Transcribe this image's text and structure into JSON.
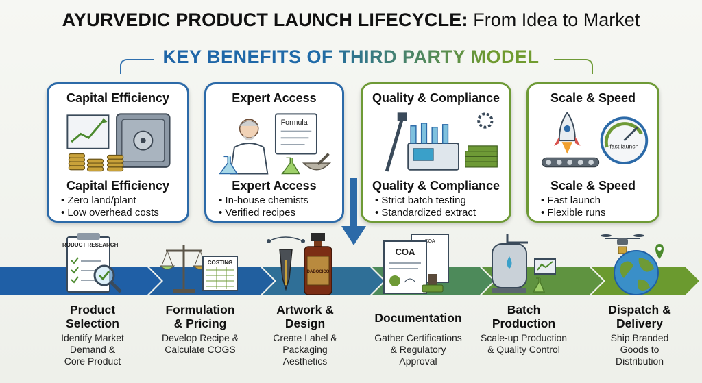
{
  "title": {
    "bold": "AYURVEDIC PRODUCT LAUNCH LIFECYCLE:",
    "regular": " From Idea to Market"
  },
  "subtitle": "KEY BENEFITS OF THIRD PARTY MODEL",
  "benefits": [
    {
      "title": "Capital Efficiency",
      "subtitle": "Capital Efficiency",
      "bullets": [
        "• Zero land/plant",
        "• Low overhead costs"
      ],
      "icon": "vault-coins-chart-icon",
      "color": "#2c6aa8"
    },
    {
      "title": "Expert Access",
      "subtitle": "Expert Access",
      "bullets": [
        "• In-house chemists",
        "• Verified recipes"
      ],
      "icon": "chemist-icon",
      "illus_text": "Formula",
      "color": "#2c6aa8"
    },
    {
      "title": "Quality & Compliance",
      "subtitle": "Quality & Compliance",
      "bullets": [
        "• Strict batch testing",
        "• Standardized extract"
      ],
      "icon": "lab-testing-icon",
      "color": "#6e9a36"
    },
    {
      "title": "Scale & Speed",
      "subtitle": "Scale & Speed",
      "bullets": [
        "• Fast launch",
        "• Flexible runs"
      ],
      "icon": "rocket-gauge-icon",
      "illus_text": "fast launch",
      "color": "#6e9a36"
    }
  ],
  "steps": [
    {
      "title": "Product\nSelection",
      "desc": "Identify Market\nDemand &\nCore Product",
      "icon": "product-research-icon",
      "illus_text": "PRODUCT RESEARCH"
    },
    {
      "title": "Formulation\n& Pricing",
      "desc": "Develop Recipe &\nCalculate COGS",
      "icon": "costing-scale-icon",
      "illus_text": "COSTING"
    },
    {
      "title": "Artwork &\nDesign",
      "desc": "Create Label &\nPackaging\nAesthetics",
      "icon": "pen-bottle-icon",
      "illus_text": "DABOCICO"
    },
    {
      "title": "Documentation",
      "desc": "Gather Certifications\n& Regulatory\nApproval",
      "icon": "coa-document-icon",
      "illus_text": "COA"
    },
    {
      "title": "Batch\nProduction",
      "desc": "Scale-up Production\n& Quality Control",
      "icon": "production-tank-icon"
    },
    {
      "title": "Dispatch &\nDelivery",
      "desc": "Ship Branded\nGoods to\nDistribution",
      "icon": "drone-globe-icon"
    }
  ],
  "colors": {
    "blue": "#2c6aa8",
    "green": "#6e9a36",
    "arrow_blue": "#1f5fa6",
    "arrow_green": "#6b9a2f"
  }
}
